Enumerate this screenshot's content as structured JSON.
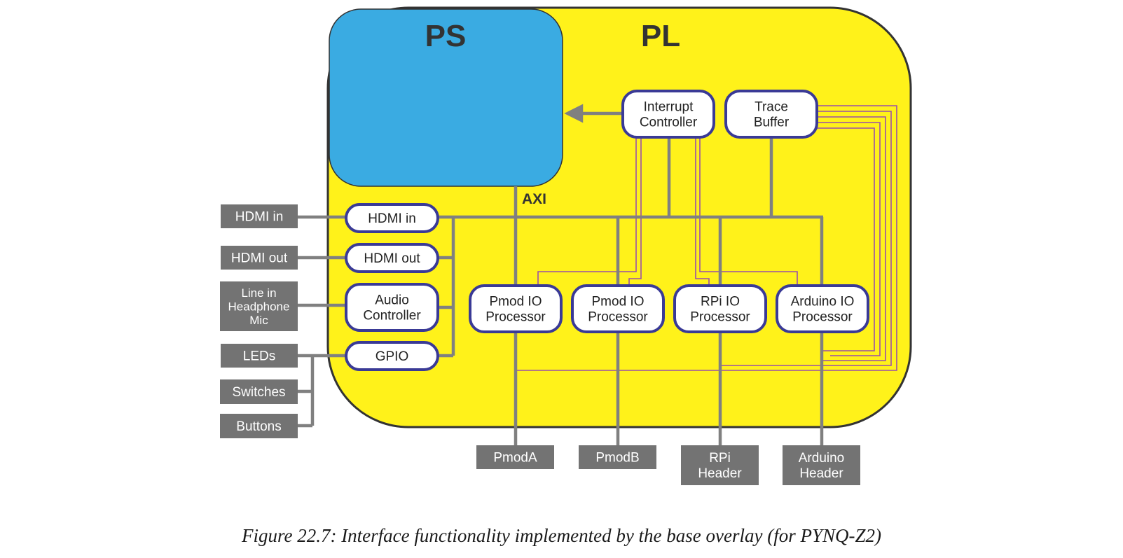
{
  "regions": {
    "pl_label": "PL",
    "ps_label": "PS",
    "axi_label": "AXI"
  },
  "blocks": {
    "interrupt": [
      "Interrupt",
      "Controller"
    ],
    "trace": [
      "Trace",
      "Buffer"
    ],
    "hdmi_in": [
      "HDMI in"
    ],
    "hdmi_out": [
      "HDMI out"
    ],
    "audio": [
      "Audio",
      "Controller"
    ],
    "gpio": [
      "GPIO"
    ],
    "pmod_io_a": [
      "Pmod IO",
      "Processor"
    ],
    "pmod_io_b": [
      "Pmod IO",
      "Processor"
    ],
    "rpi_io": [
      "RPi IO",
      "Processor"
    ],
    "arduino_io": [
      "Arduino IO",
      "Processor"
    ]
  },
  "ports": {
    "hdmi_in": [
      "HDMI in"
    ],
    "hdmi_out": [
      "HDMI out"
    ],
    "line_in": [
      "Line in",
      "Headphone",
      "Mic"
    ],
    "leds": [
      "LEDs"
    ],
    "switches": [
      "Switches"
    ],
    "buttons": [
      "Buttons"
    ],
    "pmoda": [
      "PmodA"
    ],
    "pmodb": [
      "PmodB"
    ],
    "rpi_header": [
      "RPi",
      "Header"
    ],
    "arduino_header": [
      "Arduino",
      "Header"
    ]
  },
  "caption": "Figure 22.7: Interface functionality implemented by the base overlay (for PYNQ-Z2)",
  "colors": {
    "pl_fill": "#fff21a",
    "ps_fill": "#3aabe2",
    "outline": "#333333",
    "block_border": "#3a3a96",
    "port_fill": "#737373",
    "bus": "#808080",
    "trace_line": "#9a4fa8",
    "label_dark": "#333333"
  }
}
